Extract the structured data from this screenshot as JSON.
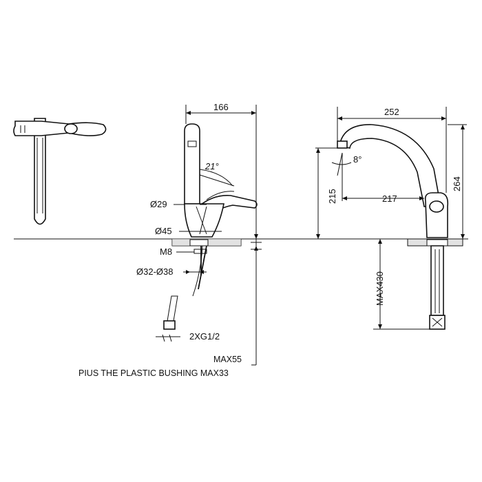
{
  "drawing": {
    "side_view": {
      "width_label": "166",
      "angle_label": "21°",
      "dia_top_label": "Ø29",
      "dia_base_label": "Ø45",
      "thread_label": "M8",
      "hole_label": "Ø32-Ø38",
      "hose_label": "2XG1/2",
      "max_thickness_label": "MAX55",
      "bushing_note": "PIUS THE PLASTIC BUSHING MAX33"
    },
    "front_view": {
      "reach_label": "252",
      "height_label": "264",
      "spout_height_label": "215",
      "spout_reach_label": "217",
      "tilt_label": "8°",
      "below_counter_label": "MAX430"
    }
  }
}
